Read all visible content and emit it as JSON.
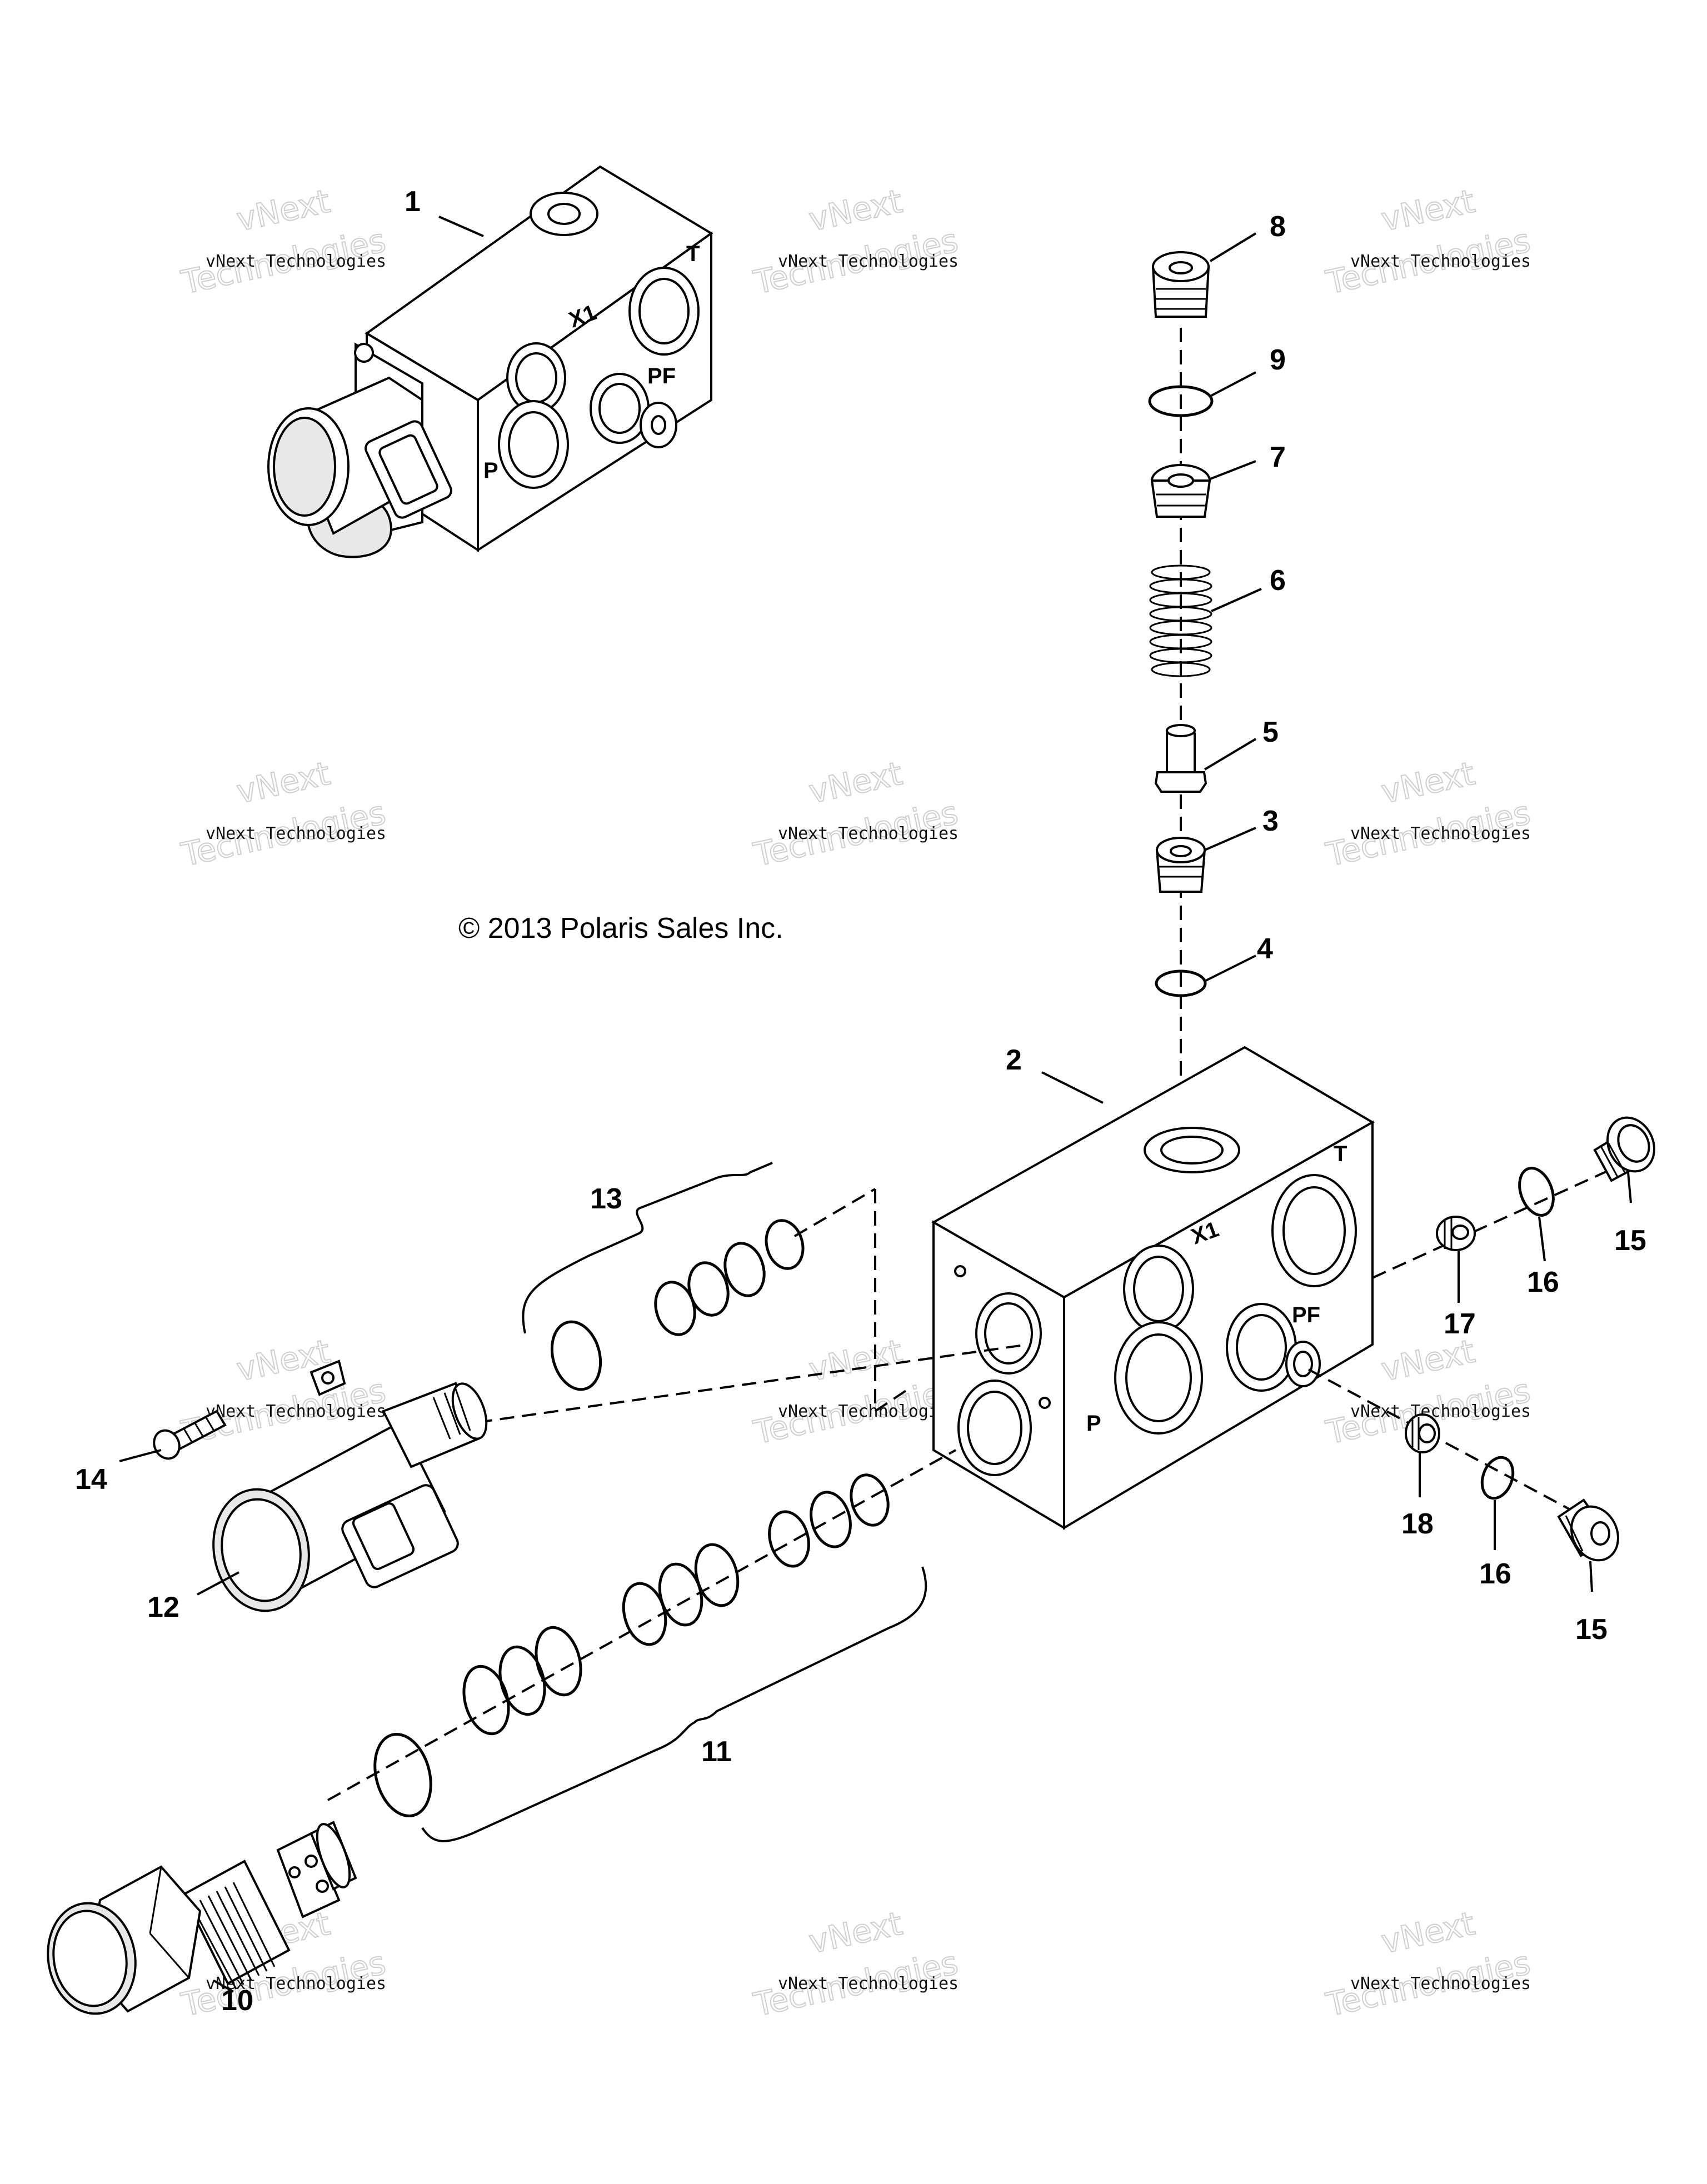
{
  "copyright": "© 2013 Polaris Sales Inc.",
  "watermark": {
    "line_small": "vNext Technologies",
    "line_big_1": "vNext",
    "line_big_2": "Technologies"
  },
  "port_labels": {
    "t": "T",
    "x1": "X1",
    "p": "P",
    "pf": "PF"
  },
  "callouts": [
    "1",
    "2",
    "3",
    "4",
    "5",
    "6",
    "7",
    "8",
    "9",
    "10",
    "11",
    "12",
    "13",
    "14",
    "15",
    "16",
    "17",
    "18"
  ]
}
